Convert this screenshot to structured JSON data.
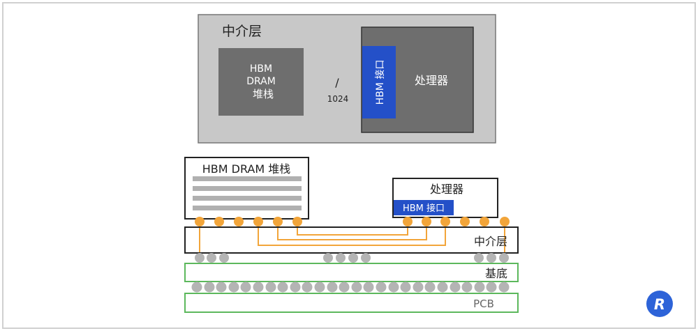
{
  "top_view": {
    "interposer_label": "中介层",
    "hbm_stack_lines": [
      "HBM",
      "DRAM",
      "堆栈"
    ],
    "bus_width": "1024",
    "bus_slash": "/",
    "hbm_interface_label": "HBM 接口",
    "processor_label": "处理器"
  },
  "side_view": {
    "hbm_stack_label": "HBM DRAM 堆栈",
    "processor_label": "处理器",
    "hbm_interface_label": "HBM 接口",
    "interposer_label": "中介层",
    "substrate_label": "基底",
    "pcb_label": "PCB"
  },
  "logo": {
    "letter": "R",
    "color": "#2d63d8"
  },
  "colors": {
    "interposer_gray": "#c8c8c8",
    "dark_gray": "#6e6e6e",
    "interface_blue": "#2450c8",
    "bump_orange": "#f2a53a",
    "ball_gray": "#b4b4b4",
    "substrate_green": "#5cb85c"
  }
}
